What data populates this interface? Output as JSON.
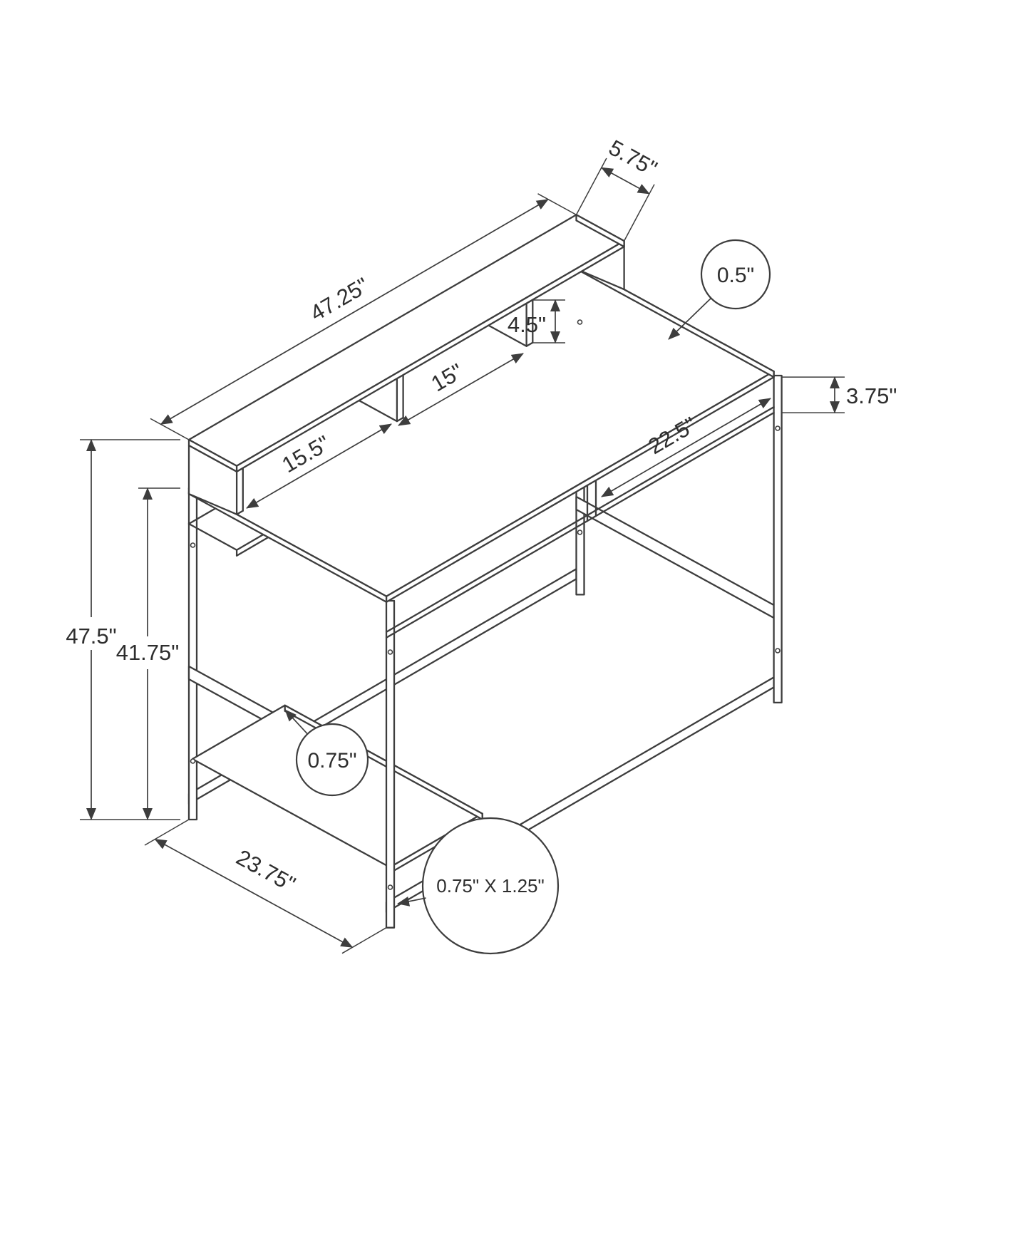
{
  "drawing": {
    "type": "furniture-dimension-diagram",
    "subject": "standing computer desk with hutch shelf",
    "line_color": "#3d3d3d",
    "background_color": "#ffffff",
    "dims": {
      "shelf_length": "47.25\"",
      "shelf_depth": "5.75\"",
      "desktop_thickness": "0.5\"",
      "hutch_opening_height": "4.5\"",
      "hutch_opening_width": "15\"",
      "apron_height": "3.75\"",
      "left_opening_width": "15.5\"",
      "right_opening_width": "22.5\"",
      "overall_height": "47.5\"",
      "desktop_height": "41.75\"",
      "shelf_thickness": "0.75\"",
      "desk_depth": "23.75\"",
      "leg_profile": "0.75\" X 1.25\""
    }
  }
}
